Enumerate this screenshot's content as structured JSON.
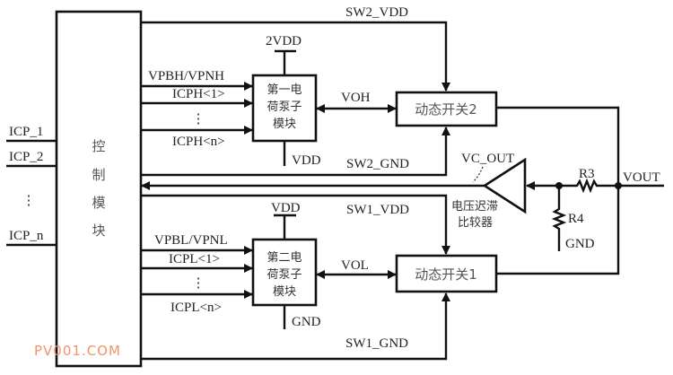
{
  "diagram": {
    "control_module": {
      "label_chars": [
        "控",
        "制",
        "模",
        "块"
      ]
    },
    "inputs": [
      {
        "label": "ICP_1"
      },
      {
        "label": "ICP_2"
      },
      {
        "label": "⋮"
      },
      {
        "label": "ICP_n"
      }
    ],
    "charge_pump_1": {
      "lines": [
        "第一电",
        "荷泵子",
        "模块"
      ],
      "supply_top": "2VDD",
      "supply_bottom": "VDD",
      "inputs": [
        "VPBH/VPNH",
        "ICPH<1>",
        "⋮",
        "ICPH<n>"
      ],
      "output": "VOH"
    },
    "charge_pump_2": {
      "lines": [
        "第二电",
        "荷泵子",
        "模块"
      ],
      "supply_top": "VDD",
      "supply_bottom": "GND",
      "inputs": [
        "VPBL/VPNL",
        "ICPL<1>",
        "⋮",
        "ICPL<n>"
      ],
      "output": "VOL"
    },
    "dynamic_switch_2": {
      "label": "动态开关2",
      "top_signal": "SW2_VDD",
      "bottom_signal": "SW2_GND"
    },
    "dynamic_switch_1": {
      "label": "动态开关1",
      "top_signal": "SW1_VDD",
      "bottom_signal": "SW1_GND"
    },
    "comparator": {
      "lines": [
        "电压迟滞",
        "比较器"
      ],
      "output_label": "VC_OUT"
    },
    "resistors": {
      "r3": "R3",
      "r4": "R4",
      "ground": "GND"
    },
    "output_node": "VOUT"
  },
  "watermark": "PV001.COM"
}
